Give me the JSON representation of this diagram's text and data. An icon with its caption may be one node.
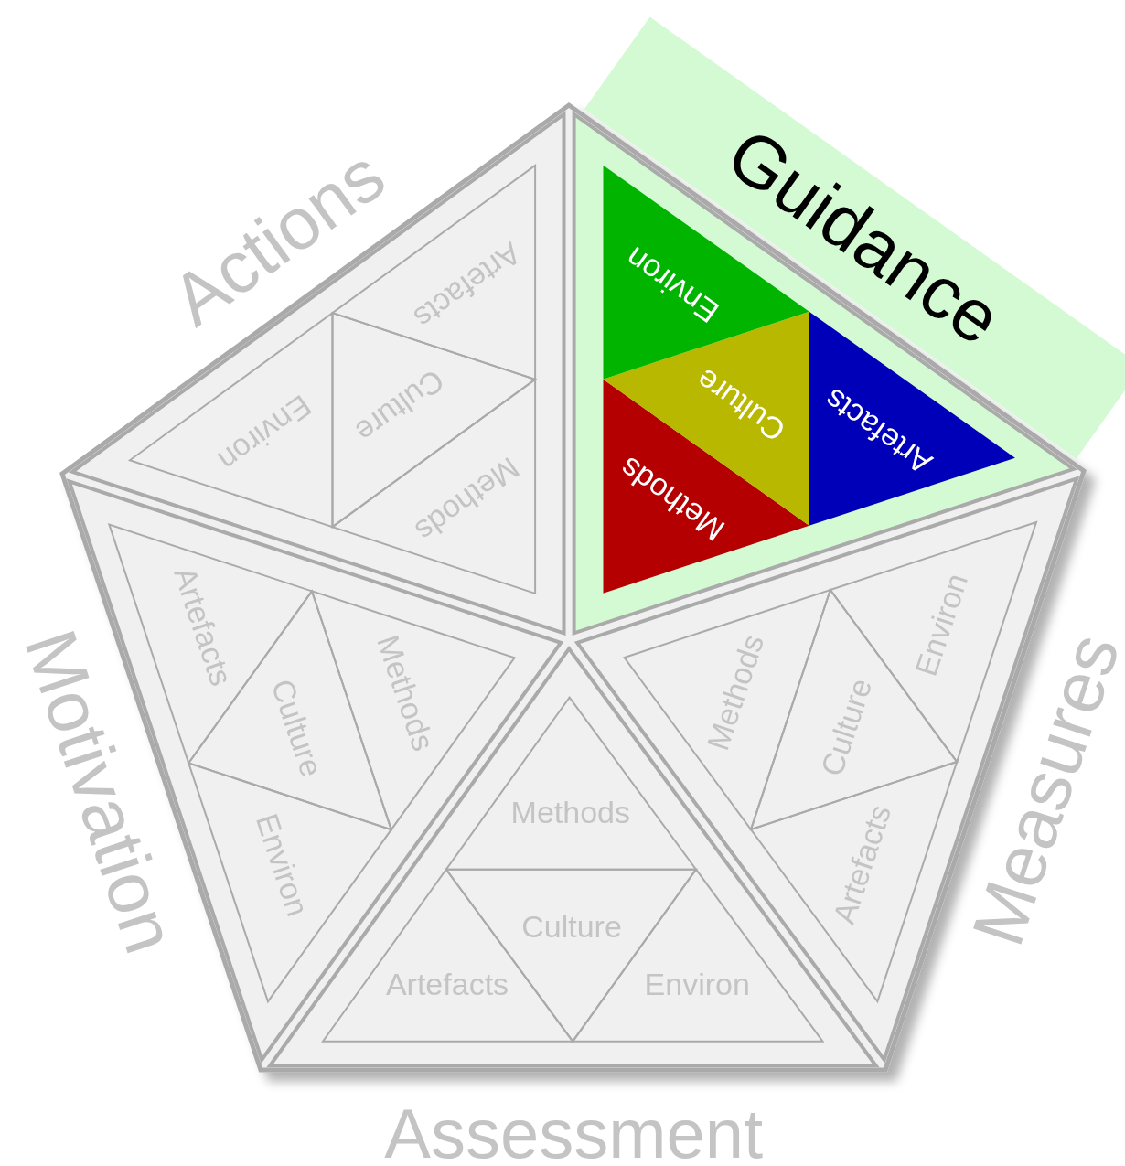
{
  "diagram": {
    "nodes": [
      {
        "text": [
          "Actions"
        ]
      },
      {
        "text": [
          "Methods"
        ],
        "in": 0
      },
      {
        "text": [
          "Culture"
        ],
        "in": 0
      },
      {
        "text": [
          "Artefacts"
        ],
        "in": 0
      },
      {
        "text": [
          "Environ"
        ],
        "in": 0
      },
      {
        "text": [
          "Guidance"
        ]
      },
      {
        "text": [
          "Methods"
        ],
        "in": 5
      },
      {
        "text": [
          "Culture"
        ],
        "in": 5
      },
      {
        "text": [
          "Artefacts"
        ],
        "in": 5
      },
      {
        "text": [
          "Environ"
        ],
        "in": 5
      },
      {
        "text": [
          "Measures"
        ]
      },
      {
        "text": [
          "Methods"
        ],
        "in": 10
      },
      {
        "text": [
          "Culture"
        ],
        "in": 10
      },
      {
        "text": [
          "Artefacts"
        ],
        "in": 10
      },
      {
        "text": [
          "Environ"
        ],
        "in": 10
      },
      {
        "text": [
          "Assessment"
        ]
      },
      {
        "text": [
          "Methods"
        ],
        "in": 15
      },
      {
        "text": [
          "Culture"
        ],
        "in": 15
      },
      {
        "text": [
          "Artefacts"
        ],
        "in": 15
      },
      {
        "text": [
          "Environ"
        ],
        "in": 15
      },
      {
        "text": [
          "Motivation"
        ]
      },
      {
        "text": [
          "Methods"
        ],
        "in": 20
      },
      {
        "text": [
          "Culture"
        ],
        "in": 20
      },
      {
        "text": [
          "Artefacts"
        ],
        "in": 20
      },
      {
        "text": [
          "Environ"
        ],
        "in": 20
      }
    ]
  }
}
